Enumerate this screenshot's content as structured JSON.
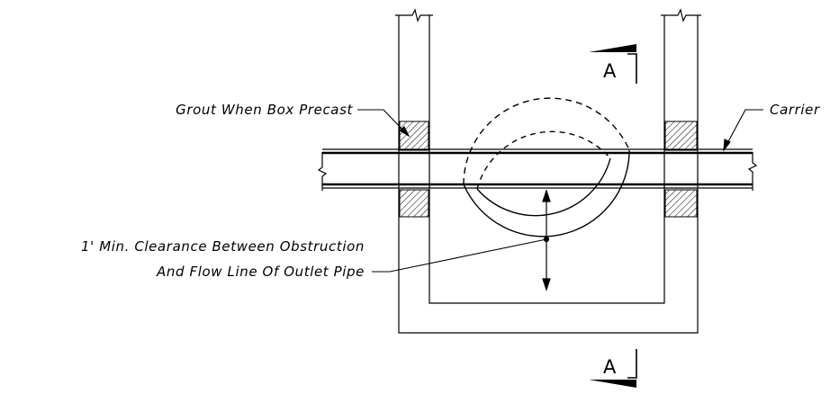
{
  "labels": {
    "grout": "Grout When Box Precast",
    "carrier": "Carrier",
    "clearance_line1": "1' Min. Clearance Between Obstruction",
    "clearance_line2": "And Flow Line Of Outlet Pipe"
  },
  "section_markers": {
    "top": "A",
    "bottom": "A"
  }
}
